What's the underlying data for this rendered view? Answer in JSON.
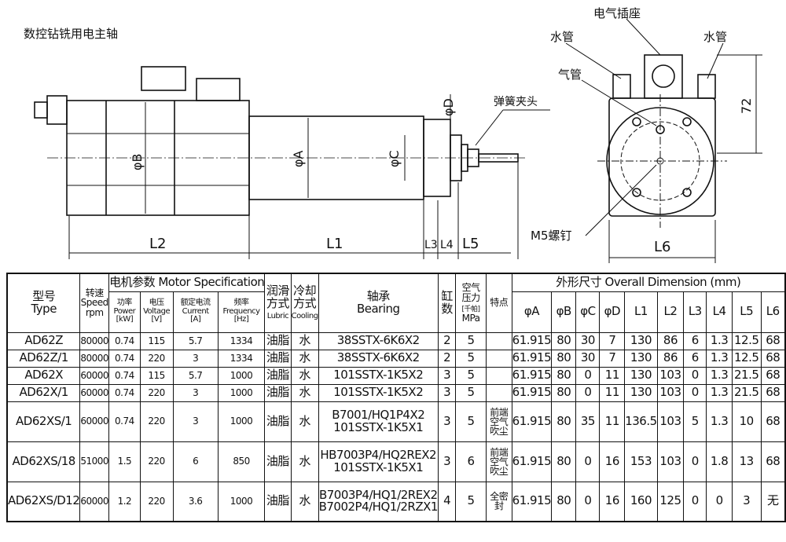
{
  "title": "数控钻铣用电主轴",
  "drawing": {
    "phiB": "φB",
    "phiA": "φA",
    "phiC": "φC",
    "phiD": "φD",
    "L1": "L1",
    "L2": "L2",
    "L3": "L3",
    "L4": "L4",
    "L5": "L5",
    "L6": "L6",
    "dim72": "72",
    "collet": "弹簧夹头",
    "water_left": "水管",
    "socket": "电气插座",
    "water_right": "水管",
    "air": "气管",
    "screw": "M5螺钉"
  },
  "table": {
    "headers": {
      "type_cn": "型号",
      "type_en": "Type",
      "speed_cn": "转速",
      "speed_en": "Speed",
      "speed_unit": "rpm",
      "motor": "电机参数 Motor Specification",
      "power_cn": "功率",
      "power_en": "Power",
      "power_unit": "[kW]",
      "voltage_cn": "电压",
      "voltage_en": "Voltage",
      "voltage_unit": "[V]",
      "current_cn": "额定电流",
      "current_en": "Current",
      "current_unit": "[A]",
      "freq_cn": "频率",
      "freq_en": "Frequency",
      "freq_unit": "[Hz]",
      "lubric_cn1": "润滑",
      "lubric_cn2": "方式",
      "lubric_en": "Lubric",
      "cooling_cn1": "冷却",
      "cooling_cn2": "方式",
      "cooling_en": "Cooling",
      "bearing_cn": "轴承",
      "bearing_en": "Bearing",
      "cyl_cn1": "缸",
      "cyl_cn2": "数",
      "air_cn1": "空气",
      "air_cn2": "压力",
      "air_cn3": "[千帕]",
      "air_unit": "MPa",
      "feature": "特点",
      "dimension": "外形尺寸 Overall Dimension (mm)",
      "dims": [
        "φA",
        "φB",
        "φC",
        "φD",
        "L1",
        "L2",
        "L3",
        "L4",
        "L5",
        "L6"
      ]
    },
    "rows": [
      {
        "type": "AD62Z",
        "speed": "80000",
        "power": "0.74",
        "voltage": "115",
        "current": "5.7",
        "freq": "1334",
        "lubric": "油脂",
        "cooling": "水",
        "bearing1": "38SSTX-6K6X2",
        "bearing2": "",
        "cyl": "2",
        "air": "5",
        "feature": "",
        "dims": [
          "61.915",
          "80",
          "30",
          "7",
          "130",
          "86",
          "6",
          "1.3",
          "12.5",
          "68"
        ]
      },
      {
        "type": "AD62Z/1",
        "speed": "80000",
        "power": "0.74",
        "voltage": "220",
        "current": "3",
        "freq": "1334",
        "lubric": "油脂",
        "cooling": "水",
        "bearing1": "38SSTX-6K6X2",
        "bearing2": "",
        "cyl": "2",
        "air": "5",
        "feature": "",
        "dims": [
          "61.915",
          "80",
          "30",
          "7",
          "130",
          "86",
          "6",
          "1.3",
          "12.5",
          "68"
        ]
      },
      {
        "type": "AD62X",
        "speed": "60000",
        "power": "0.74",
        "voltage": "115",
        "current": "5.7",
        "freq": "1000",
        "lubric": "油脂",
        "cooling": "水",
        "bearing1": "101SSTX-1K5X2",
        "bearing2": "",
        "cyl": "3",
        "air": "5",
        "feature": "",
        "dims": [
          "61.915",
          "80",
          "0",
          "11",
          "130",
          "103",
          "0",
          "1.3",
          "21.5",
          "68"
        ]
      },
      {
        "type": "AD62X/1",
        "speed": "60000",
        "power": "0.74",
        "voltage": "220",
        "current": "3",
        "freq": "1000",
        "lubric": "油脂",
        "cooling": "水",
        "bearing1": "101SSTX-1K5X2",
        "bearing2": "",
        "cyl": "3",
        "air": "5",
        "feature": "",
        "dims": [
          "61.915",
          "80",
          "0",
          "11",
          "130",
          "103",
          "0",
          "1.3",
          "21.5",
          "68"
        ]
      },
      {
        "type": "AD62XS/1",
        "speed": "60000",
        "power": "0.74",
        "voltage": "220",
        "current": "3",
        "freq": "1000",
        "lubric": "油脂",
        "cooling": "水",
        "bearing1": "B7001/HQ1P4X2",
        "bearing2": "101SSTX-1K5X1",
        "cyl": "3",
        "air": "5",
        "feature": "前端空气吹尘",
        "dims": [
          "61.915",
          "80",
          "35",
          "11",
          "136.5",
          "103",
          "5",
          "1.3",
          "10",
          "68"
        ]
      },
      {
        "type": "AD62XS/18",
        "speed": "51000",
        "power": "1.5",
        "voltage": "220",
        "current": "6",
        "freq": "850",
        "lubric": "油脂",
        "cooling": "水",
        "bearing1": "HB7003P4/HQ2REX2",
        "bearing2": "101SSTX-1K5X1",
        "cyl": "3",
        "air": "6",
        "feature": "前端空气吹尘",
        "dims": [
          "61.915",
          "80",
          "0",
          "16",
          "153",
          "103",
          "0",
          "1.8",
          "13",
          "68"
        ]
      },
      {
        "type": "AD62XS/D12",
        "speed": "60000",
        "power": "1.2",
        "voltage": "220",
        "current": "3.6",
        "freq": "1000",
        "lubric": "油脂",
        "cooling": "水",
        "bearing1": "B7003P4/HQ1/2REX2",
        "bearing2": "B7002P4/HQ1/2RZX1",
        "cyl": "4",
        "air": "5",
        "feature": "全密封",
        "dims": [
          "61.915",
          "80",
          "0",
          "16",
          "160",
          "125",
          "0",
          "0",
          "3",
          "无"
        ]
      }
    ]
  }
}
